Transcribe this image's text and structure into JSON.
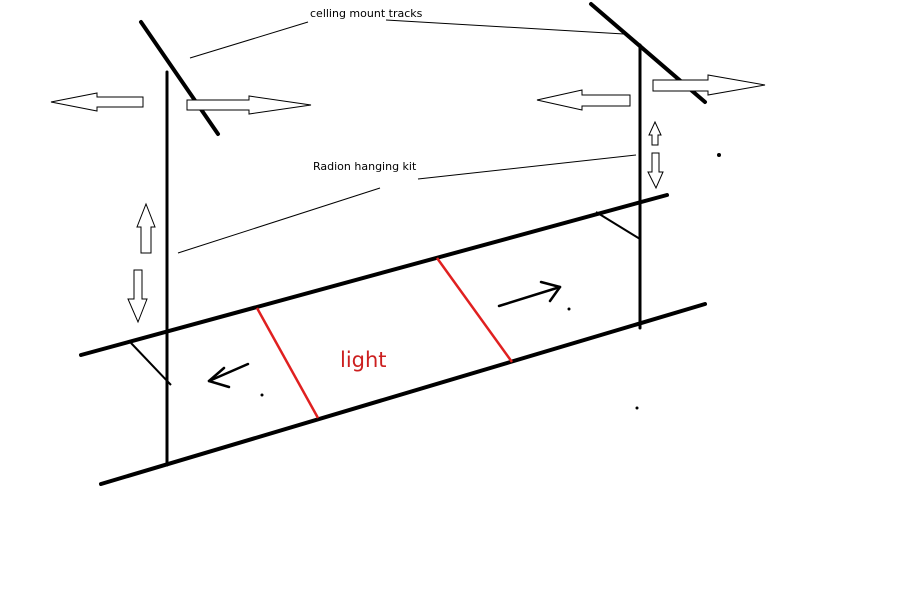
{
  "labels": {
    "tracks": "celling mount tracks",
    "kit": "Radion hanging kit",
    "light": "light"
  },
  "colors": {
    "background": "#ffffff",
    "ink": "#000000",
    "light_edge": "#e02020",
    "light_label": "#cc1f1f"
  }
}
